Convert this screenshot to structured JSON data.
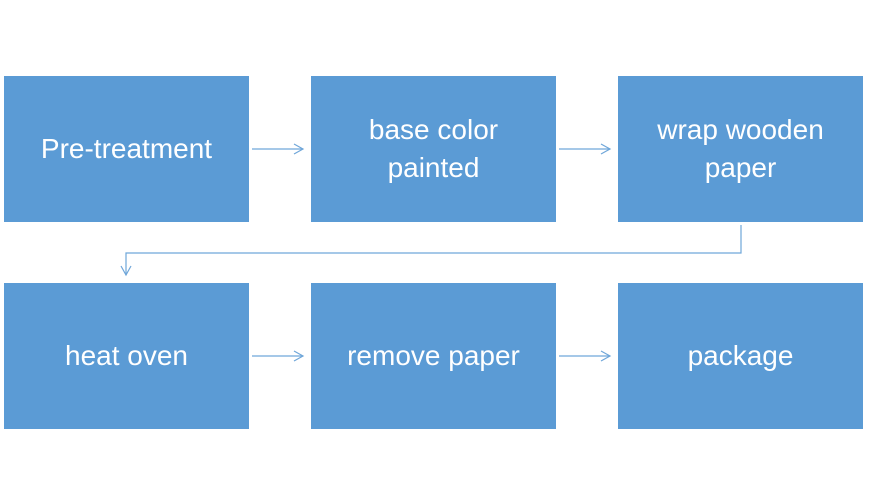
{
  "steps": [
    {
      "label": "Pre-treatment"
    },
    {
      "label": "base color painted"
    },
    {
      "label": "wrap wooden paper"
    },
    {
      "label": "heat oven"
    },
    {
      "label": "remove paper"
    },
    {
      "label": "package"
    }
  ],
  "colors": {
    "box_fill": "#5b9bd5",
    "box_text": "#ffffff",
    "connector": "#6fa6d9"
  }
}
